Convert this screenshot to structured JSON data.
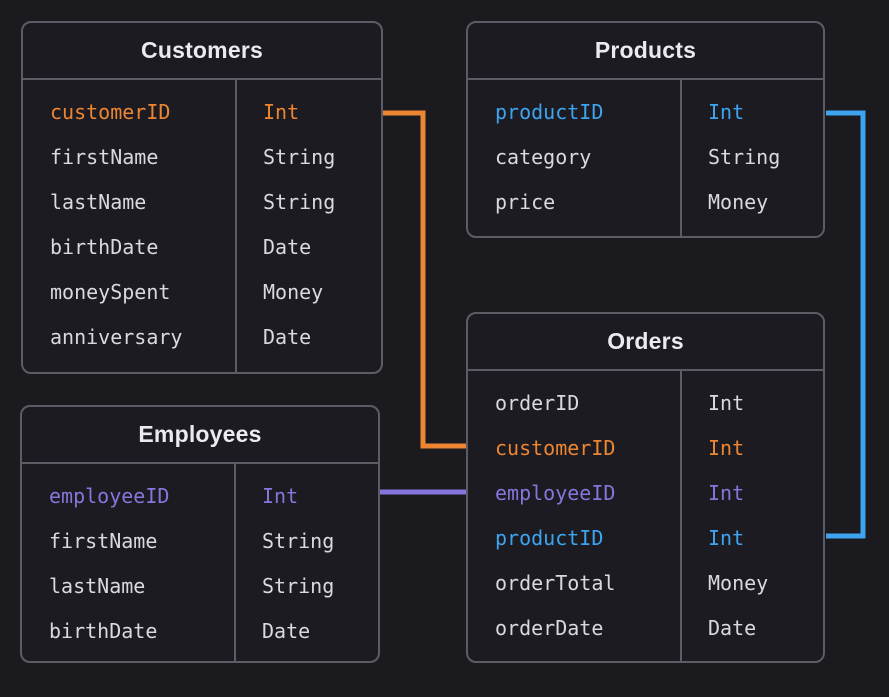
{
  "colors": {
    "orange": "#ED8633",
    "blue": "#3EA4F0",
    "purple": "#8576DC",
    "default_text": "#D9D9DE",
    "title_text": "#EBEBEF",
    "border": "#5C5C66",
    "background": "#1A1A1F",
    "table_background": "#1B1B21"
  },
  "tables": [
    {
      "id": "customers",
      "title": "Customers",
      "fields": [
        {
          "name": "customerID",
          "type": "Int",
          "accent": "orange"
        },
        {
          "name": "firstName",
          "type": "String"
        },
        {
          "name": "lastName",
          "type": "String"
        },
        {
          "name": "birthDate",
          "type": "Date"
        },
        {
          "name": "moneySpent",
          "type": "Money"
        },
        {
          "name": "anniversary",
          "type": "Date"
        }
      ]
    },
    {
      "id": "products",
      "title": "Products",
      "fields": [
        {
          "name": "productID",
          "type": "Int",
          "accent": "blue"
        },
        {
          "name": "category",
          "type": "String"
        },
        {
          "name": "price",
          "type": "Money"
        }
      ]
    },
    {
      "id": "employees",
      "title": "Employees",
      "fields": [
        {
          "name": "employeeID",
          "type": "Int",
          "accent": "purple"
        },
        {
          "name": "firstName",
          "type": "String"
        },
        {
          "name": "lastName",
          "type": "String"
        },
        {
          "name": "birthDate",
          "type": "Date"
        }
      ]
    },
    {
      "id": "orders",
      "title": "Orders",
      "fields": [
        {
          "name": "orderID",
          "type": "Int"
        },
        {
          "name": "customerID",
          "type": "Int",
          "accent": "orange"
        },
        {
          "name": "employeeID",
          "type": "Int",
          "accent": "purple"
        },
        {
          "name": "productID",
          "type": "Int",
          "accent": "blue"
        },
        {
          "name": "orderTotal",
          "type": "Money"
        },
        {
          "name": "orderDate",
          "type": "Date"
        }
      ]
    }
  ],
  "connectors": [
    {
      "from": "Customers.customerID",
      "to": "Orders.customerID",
      "color": "orange"
    },
    {
      "from": "Employees.employeeID",
      "to": "Orders.employeeID",
      "color": "purple"
    },
    {
      "from": "Products.productID",
      "to": "Orders.productID",
      "color": "blue"
    }
  ]
}
